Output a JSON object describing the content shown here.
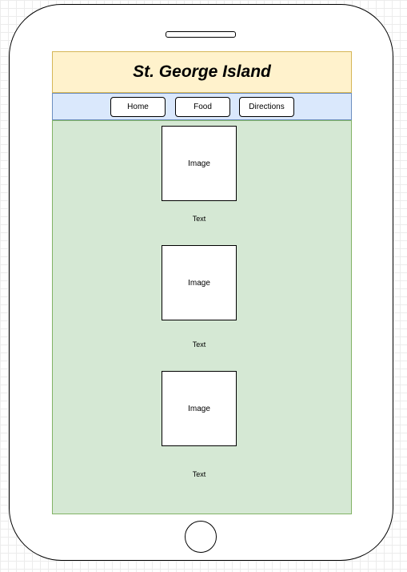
{
  "header": {
    "title": "St. George Island"
  },
  "nav": {
    "items": [
      {
        "label": "Home"
      },
      {
        "label": "Food"
      },
      {
        "label": "Directions"
      }
    ]
  },
  "content": {
    "cards": [
      {
        "image_label": "Image",
        "text": "Text"
      },
      {
        "image_label": "Image",
        "text": "Text"
      },
      {
        "image_label": "Image",
        "text": "Text"
      }
    ]
  },
  "colors": {
    "header_fill": "#fff2cc",
    "header_border": "#d6b656",
    "nav_fill": "#dae8fc",
    "nav_border": "#6c8ebf",
    "content_fill": "#d5e8d4",
    "content_border": "#82b366"
  }
}
